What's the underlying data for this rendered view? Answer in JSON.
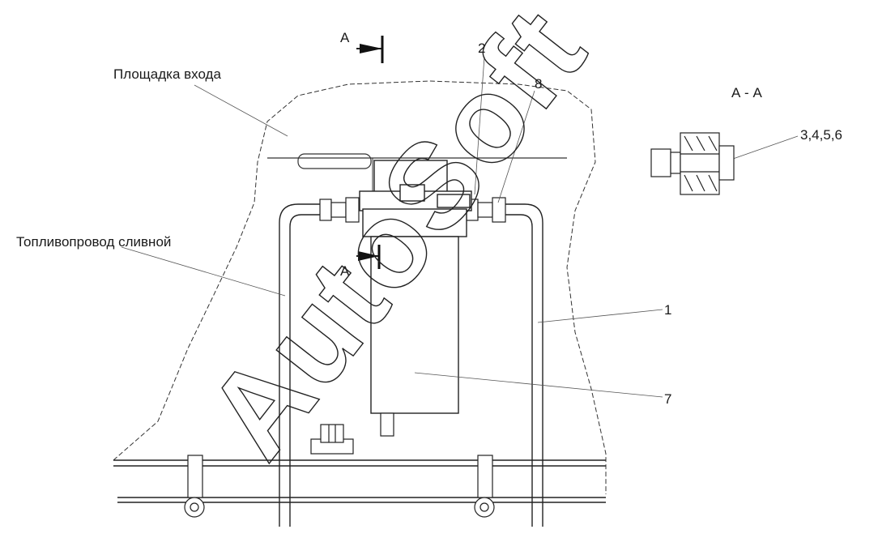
{
  "labels": {
    "platform": "Площадка входа",
    "drain_line": "Топливопровод сливной",
    "section": "А - А",
    "section_mark_top": "А",
    "section_mark_mid": "А",
    "callout_1": "1",
    "callout_2": "2",
    "callout_7": "7",
    "callout_8": "8",
    "callout_3456": "3,4,5,6",
    "watermark": "AutoSoft"
  }
}
